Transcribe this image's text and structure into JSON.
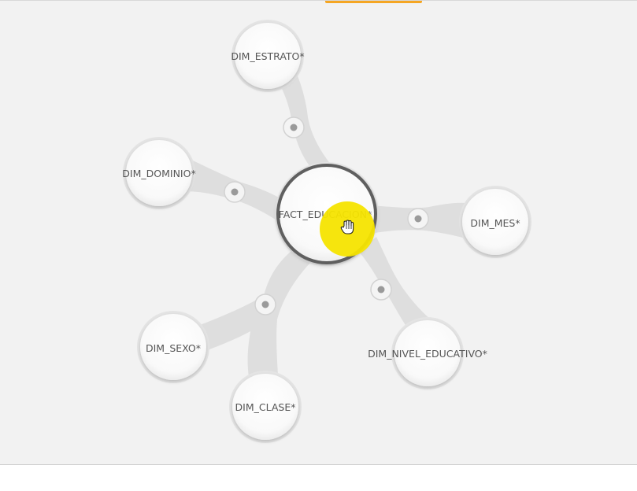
{
  "diagram": {
    "center_table": {
      "name": "FACT_EDUCACION*"
    },
    "tables": [
      {
        "id": "estrato",
        "name": "DIM_ESTRATO*"
      },
      {
        "id": "dominio",
        "name": "DIM_DOMINIO*"
      },
      {
        "id": "mes",
        "name": "DIM_MES*"
      },
      {
        "id": "nivel",
        "name": "DIM_NIVEL_EDUCATIVO*"
      },
      {
        "id": "sexo",
        "name": "DIM_SEXO*"
      },
      {
        "id": "clase",
        "name": "DIM_CLASE*"
      }
    ],
    "links": [
      {
        "from": "FACT_EDUCACION*",
        "to": "DIM_ESTRATO*"
      },
      {
        "from": "FACT_EDUCACION*",
        "to": "DIM_DOMINIO*"
      },
      {
        "from": "FACT_EDUCACION*",
        "to": "DIM_MES*"
      },
      {
        "from": "FACT_EDUCACION*",
        "to": "DIM_NIVEL_EDUCATIVO*"
      },
      {
        "from": "FACT_EDUCACION*",
        "to": "DIM_SEXO*"
      },
      {
        "from": "FACT_EDUCACION*",
        "to": "DIM_CLASE*"
      }
    ],
    "selected_table": "FACT_EDUCACION*",
    "cursor_highlight_color": "#f5e400",
    "accent_color": "#f5a623"
  }
}
